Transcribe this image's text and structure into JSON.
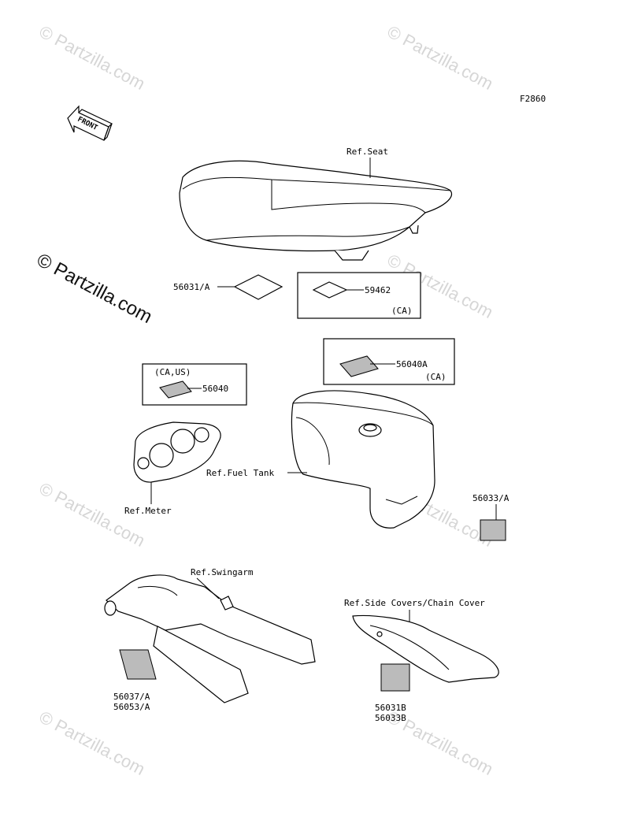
{
  "figure_code": "F2860",
  "front_label": "FRONT",
  "watermark_text": "© Partzilla.com",
  "labels": {
    "ref_seat": "Ref.Seat",
    "p56031a": "56031/A",
    "p59462": "59462",
    "ca_1": "(CA)",
    "p56040a": "56040A",
    "ca_2": "(CA)",
    "ca_us": "(CA,US)",
    "p56040": "56040",
    "ref_fuel_tank": "Ref.Fuel Tank",
    "ref_meter": "Ref.Meter",
    "p56033a": "56033/A",
    "ref_swingarm": "Ref.Swingarm",
    "p56037a": "56037/A",
    "p56053a": "56053/A",
    "ref_side_covers": "Ref.Side Covers/Chain Cover",
    "p56031b": "56031B",
    "p56033b": "56033B"
  },
  "colors": {
    "line": "#000000",
    "watermark": "#d6d6d6",
    "background": "#ffffff"
  }
}
